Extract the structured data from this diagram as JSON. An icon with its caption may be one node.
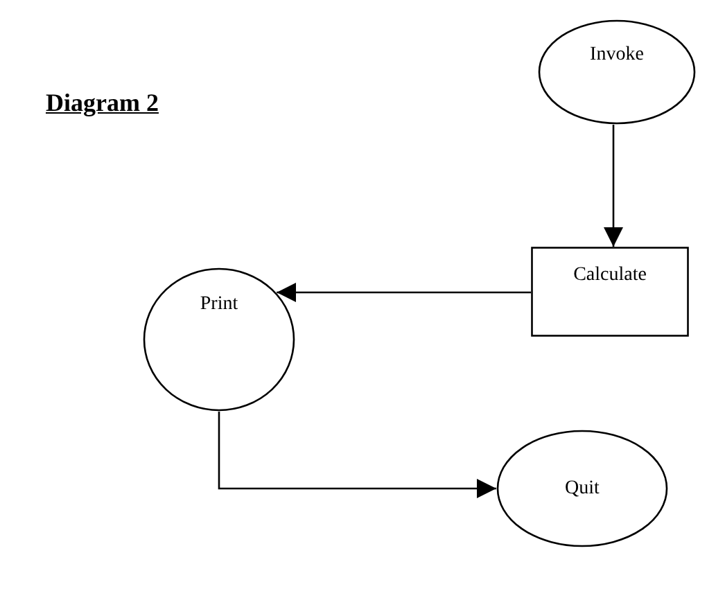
{
  "diagram": {
    "title": "Diagram 2",
    "nodes": [
      {
        "text": [
          "Invoke"
        ]
      },
      {
        "text": [
          "Calculate"
        ]
      },
      {
        "text": [
          "Print"
        ]
      },
      {
        "text": [
          "Quit"
        ]
      }
    ],
    "edges": [
      {
        "from": 0,
        "to": 1,
        "arrow": "to"
      },
      {
        "from": 1,
        "to": 2,
        "arrow": "to"
      },
      {
        "from": 2,
        "to": 3,
        "arrow": "to"
      }
    ]
  }
}
